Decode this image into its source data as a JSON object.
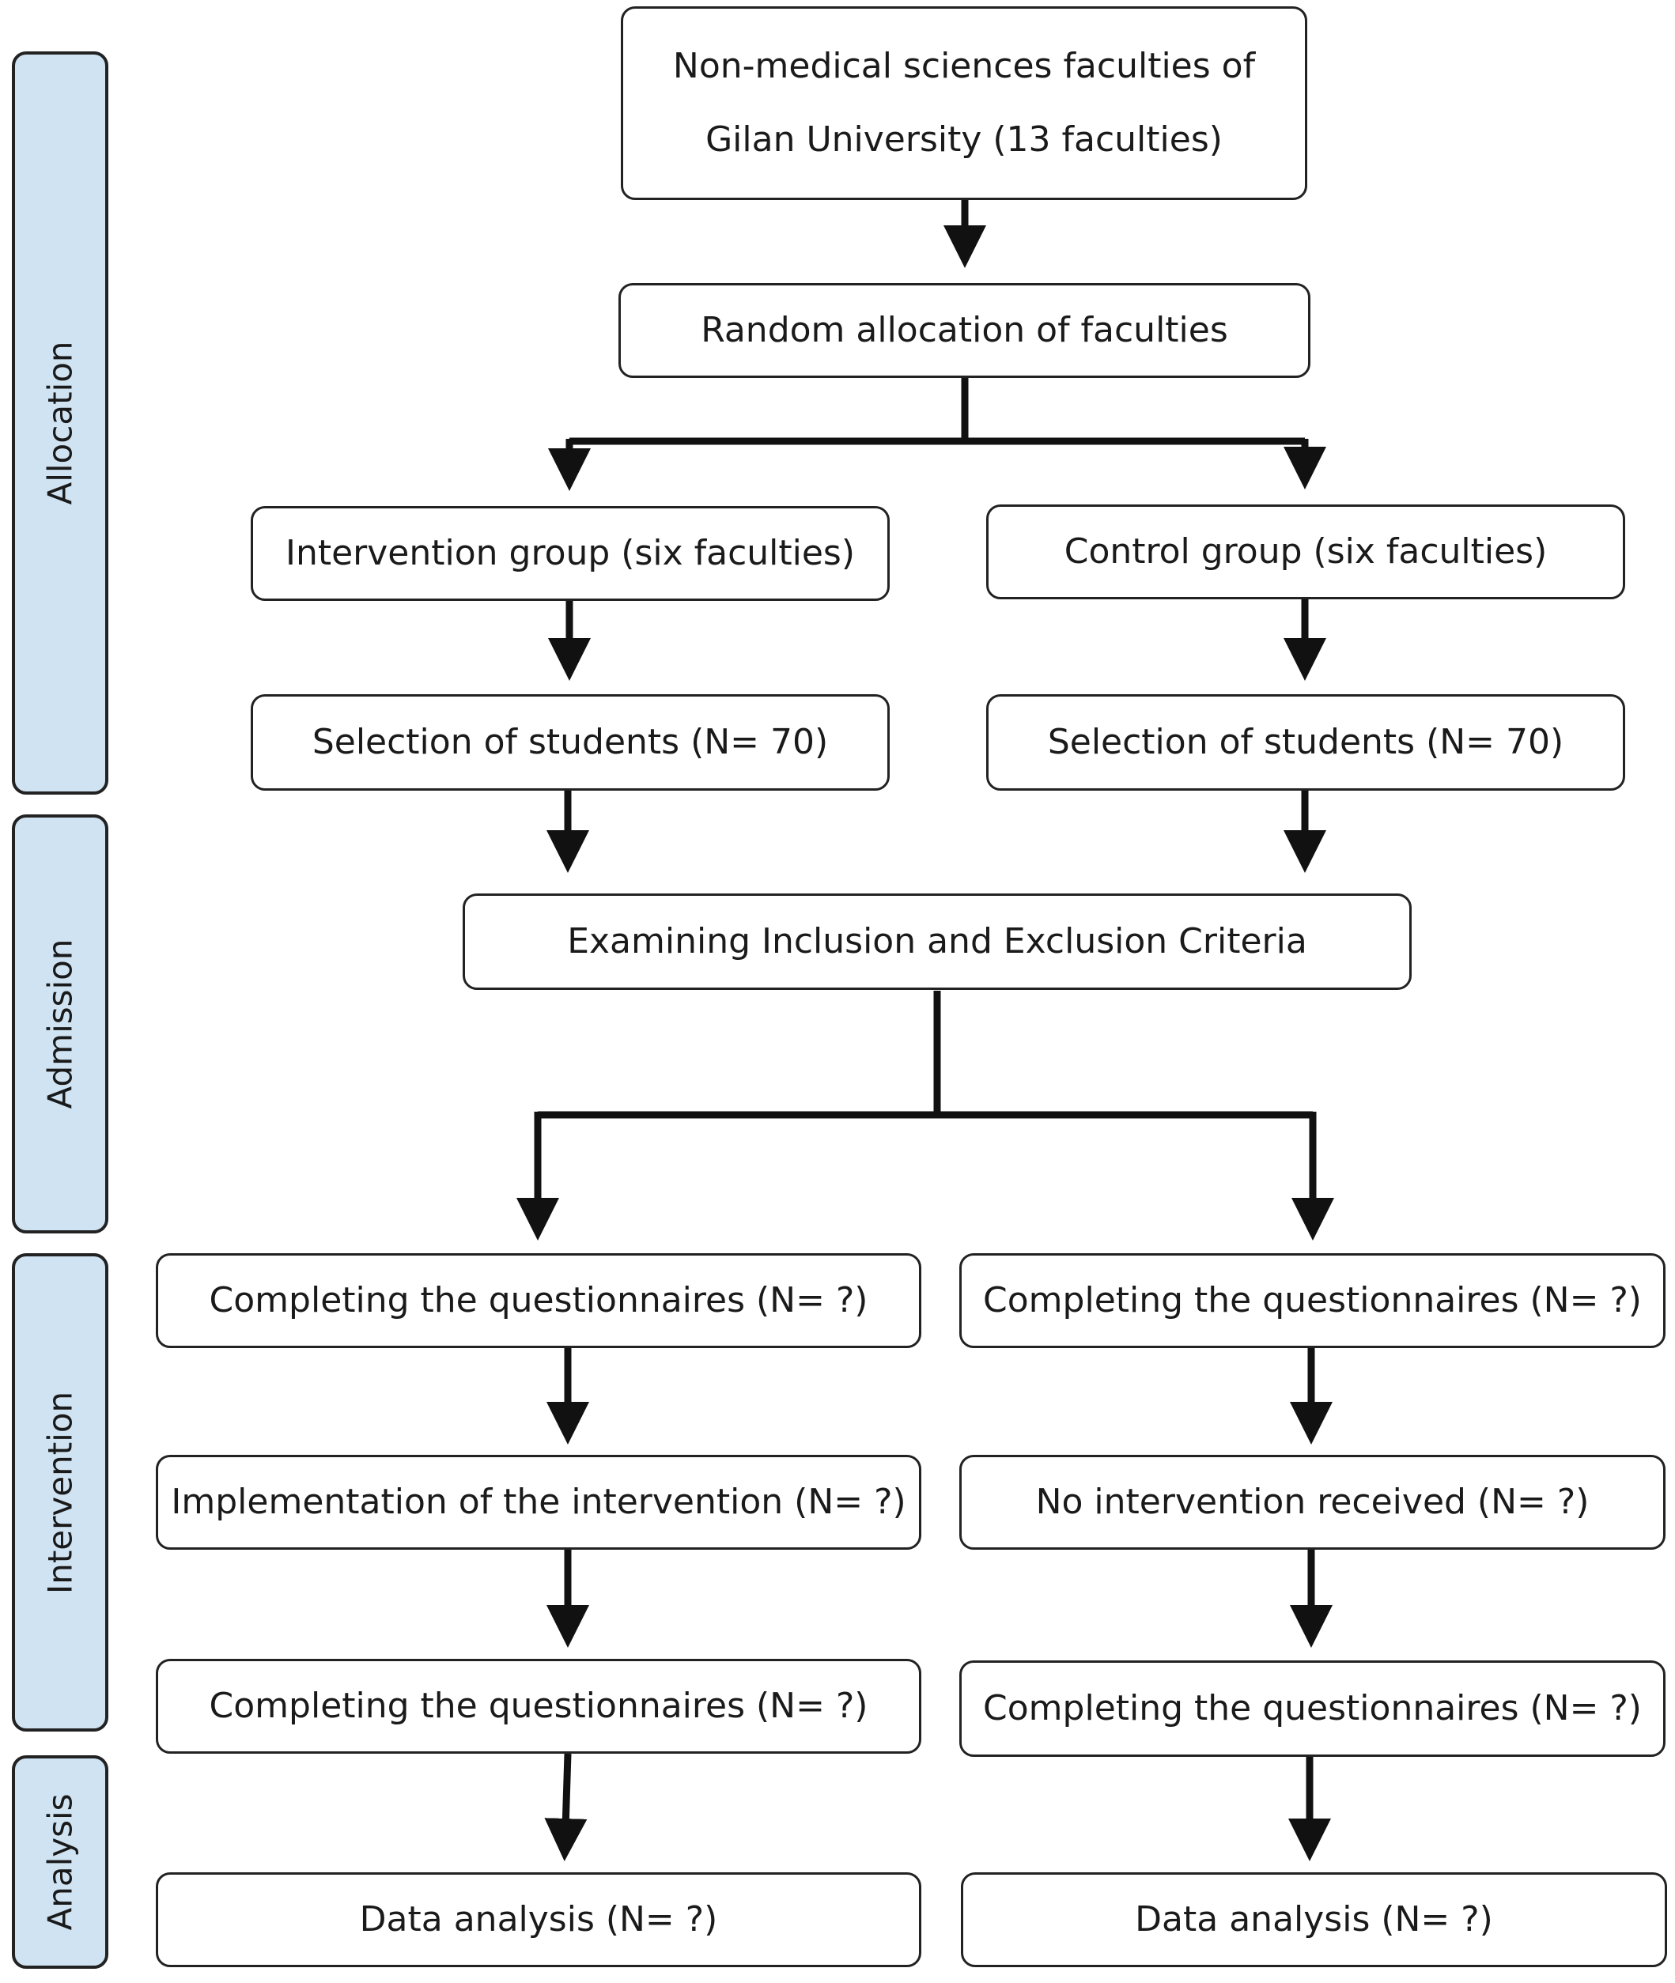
{
  "phases": {
    "allocation": "Allocation",
    "admission": "Admission",
    "intervention": "Intervention",
    "analysis": "Analysis"
  },
  "boxes": {
    "source_line1": "Non-medical sciences faculties of",
    "source_line2": "Gilan University (13 faculties)",
    "random_allocation": "Random allocation of faculties",
    "intervention_group": "Intervention group (six faculties)",
    "control_group": "Control group (six faculties)",
    "selection_intervention": "Selection of students (N= 70)",
    "selection_control": "Selection of students (N= 70)",
    "criteria": "Examining Inclusion and Exclusion Criteria",
    "pre_questionnaire_intervention": "Completing the questionnaires (N= ?)",
    "pre_questionnaire_control": "Completing the questionnaires (N= ?)",
    "implementation": "Implementation of the intervention (N= ?)",
    "no_intervention": "No intervention received (N= ?)",
    "post_questionnaire_intervention": "Completing the questionnaires (N= ?)",
    "post_questionnaire_control": "Completing the questionnaires (N= ?)",
    "analysis_intervention": "Data analysis (N= ?)",
    "analysis_control": "Data analysis (N= ?)"
  },
  "colors": {
    "phase_fill": "#cfe3f3",
    "stroke": "#222222"
  }
}
